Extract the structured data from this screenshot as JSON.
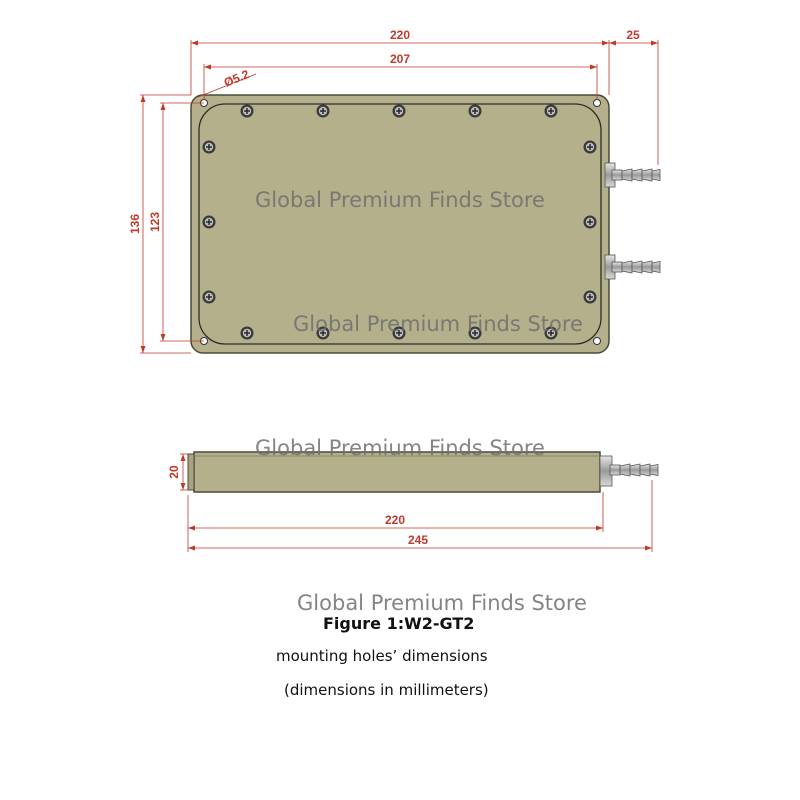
{
  "dimensions": {
    "top_width_overall": "220",
    "fitting_length": "25",
    "hole_spacing_width": "207",
    "hole_diameter": "Ø5.2",
    "overall_height": "136",
    "hole_spacing_height": "123",
    "thickness": "20",
    "side_width": "220",
    "side_total_width": "245"
  },
  "watermarks": [
    "Global Premium Finds Store",
    "Global Premium Finds Store",
    "Global Premium Finds Store",
    "Global Premium Finds Store"
  ],
  "caption": {
    "title": "Figure 1:W2-GT2",
    "line1": "mounting holes’ dimensions",
    "line2": "(dimensions in millimeters)"
  },
  "colors": {
    "plate": "#b4b08c",
    "dimension": "#c0392b",
    "brass": "#b8b8b8"
  }
}
